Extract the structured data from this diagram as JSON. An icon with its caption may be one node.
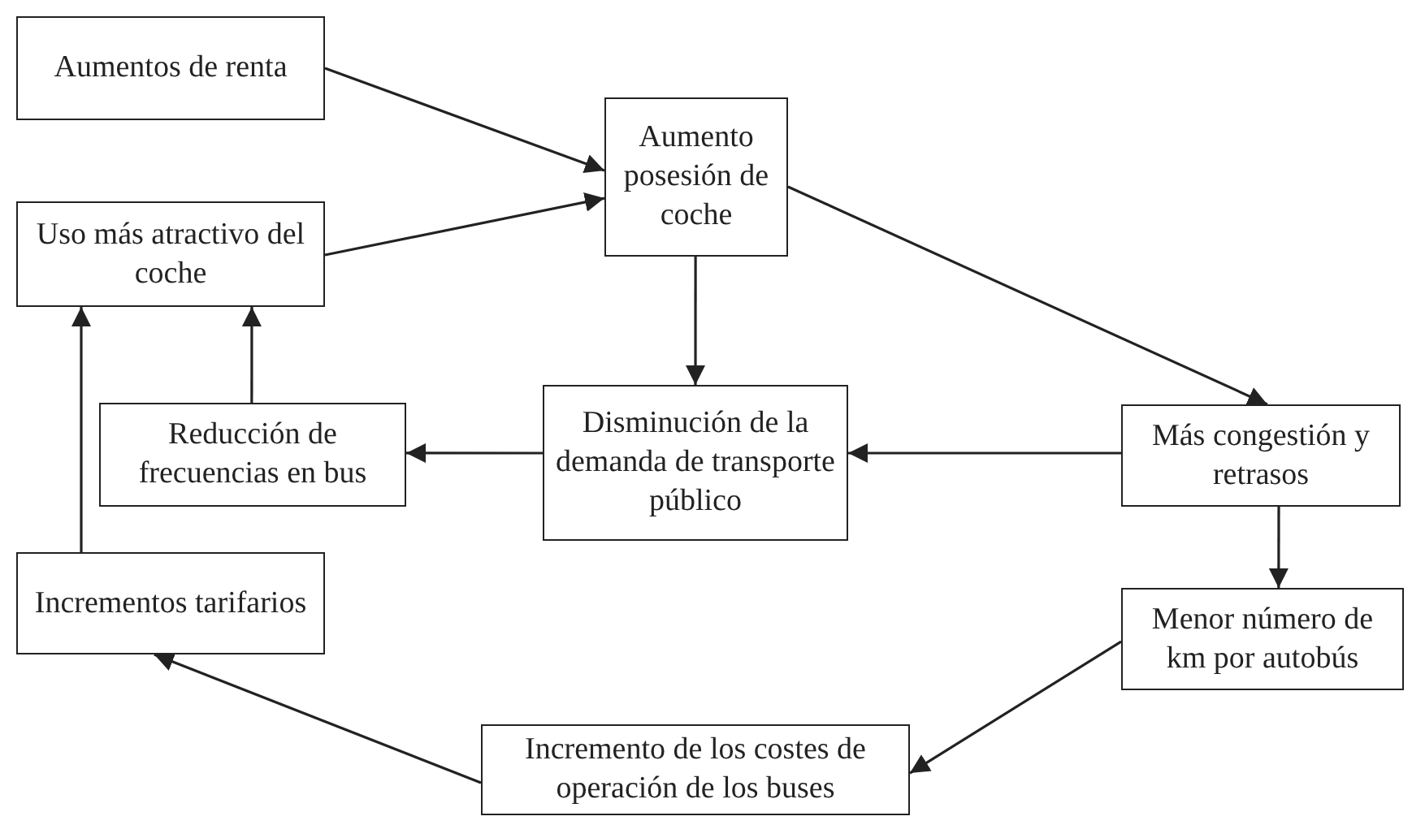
{
  "diagram": {
    "nodes": [
      {
        "text": [
          "Aumentos de renta"
        ]
      },
      {
        "text": [
          "Uso más atractivo del coche"
        ]
      },
      {
        "text": [
          "Aumento posesión de coche"
        ]
      },
      {
        "text": [
          "Reducción de frecuencias en bus"
        ]
      },
      {
        "text": [
          "Disminución de la demanda de transporte público"
        ]
      },
      {
        "text": [
          "Más congestión y retrasos"
        ]
      },
      {
        "text": [
          "Incrementos tarifarios"
        ]
      },
      {
        "text": [
          "Menor número de km por autobús"
        ]
      },
      {
        "text": [
          "Incremento de los costes de operación de los buses"
        ]
      }
    ],
    "edges": [
      {
        "from": 0,
        "to": 2,
        "arrow": "to"
      },
      {
        "from": 1,
        "to": 2,
        "arrow": "to"
      },
      {
        "from": 2,
        "to": 4,
        "arrow": "to"
      },
      {
        "from": 2,
        "to": 5,
        "arrow": "to"
      },
      {
        "from": 5,
        "to": 4,
        "arrow": "to"
      },
      {
        "from": 4,
        "to": 3,
        "arrow": "to"
      },
      {
        "from": 3,
        "to": 1,
        "arrow": "to"
      },
      {
        "from": 6,
        "to": 1,
        "arrow": "to"
      },
      {
        "from": 5,
        "to": 7,
        "arrow": "to"
      },
      {
        "from": 7,
        "to": 8,
        "arrow": "to"
      },
      {
        "from": 8,
        "to": 6,
        "arrow": "to"
      }
    ]
  }
}
